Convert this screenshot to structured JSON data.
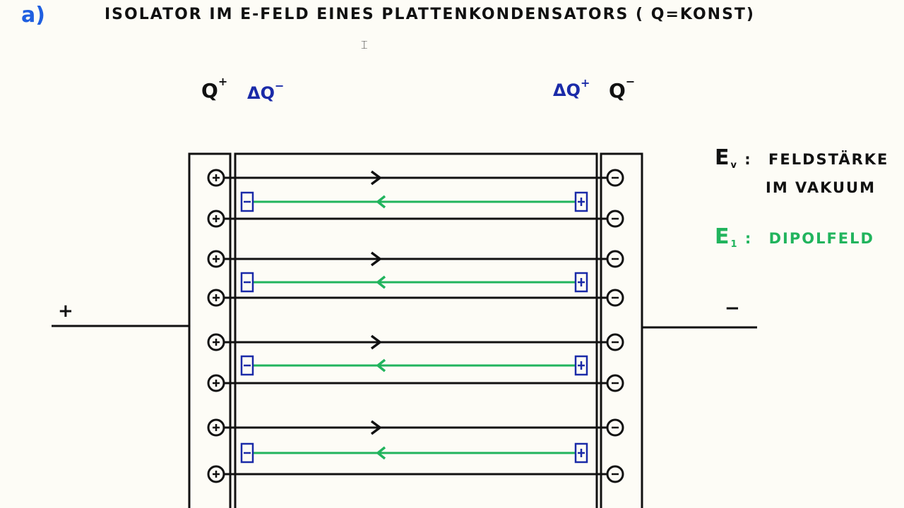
{
  "header": {
    "section_label": "a)",
    "title": "ISOLATOR IM  E-FELD EINES PLATTENKONDENSATORS ( Q=KONST)",
    "text_cursor_icon": "I-beam-cursor-icon"
  },
  "charges": {
    "left_plate": "Q",
    "left_plate_sign": "+",
    "left_induced": "ΔQ",
    "left_induced_sign": "−",
    "right_induced": "ΔQ",
    "right_induced_sign": "+",
    "right_plate": "Q",
    "right_plate_sign": "−"
  },
  "terminals": {
    "left": "+",
    "right": "−"
  },
  "legend": [
    {
      "symbol": "E",
      "subscript": "v",
      "separator": ":",
      "line1": "FELDSTÄRKE",
      "line2": "IM VAKUUM",
      "color": "#111111"
    },
    {
      "symbol": "E",
      "subscript": "1",
      "separator": ":",
      "line1": "DIPOLFELD",
      "color": "#21b45d"
    }
  ],
  "colors": {
    "ink": "#111111",
    "dipole_field": "#21b45d",
    "dipole_box": "#1a2aa8",
    "section_label": "#1f5fe0",
    "paper": "#fdfcf6"
  },
  "diagram": {
    "vacuum_field_lines_y": [
      252,
      310,
      367,
      422,
      485,
      543,
      606,
      672
    ],
    "dipole_field_lines_y": [
      286,
      400,
      518,
      642
    ],
    "plate_charge_left": "+",
    "plate_charge_right": "−"
  }
}
